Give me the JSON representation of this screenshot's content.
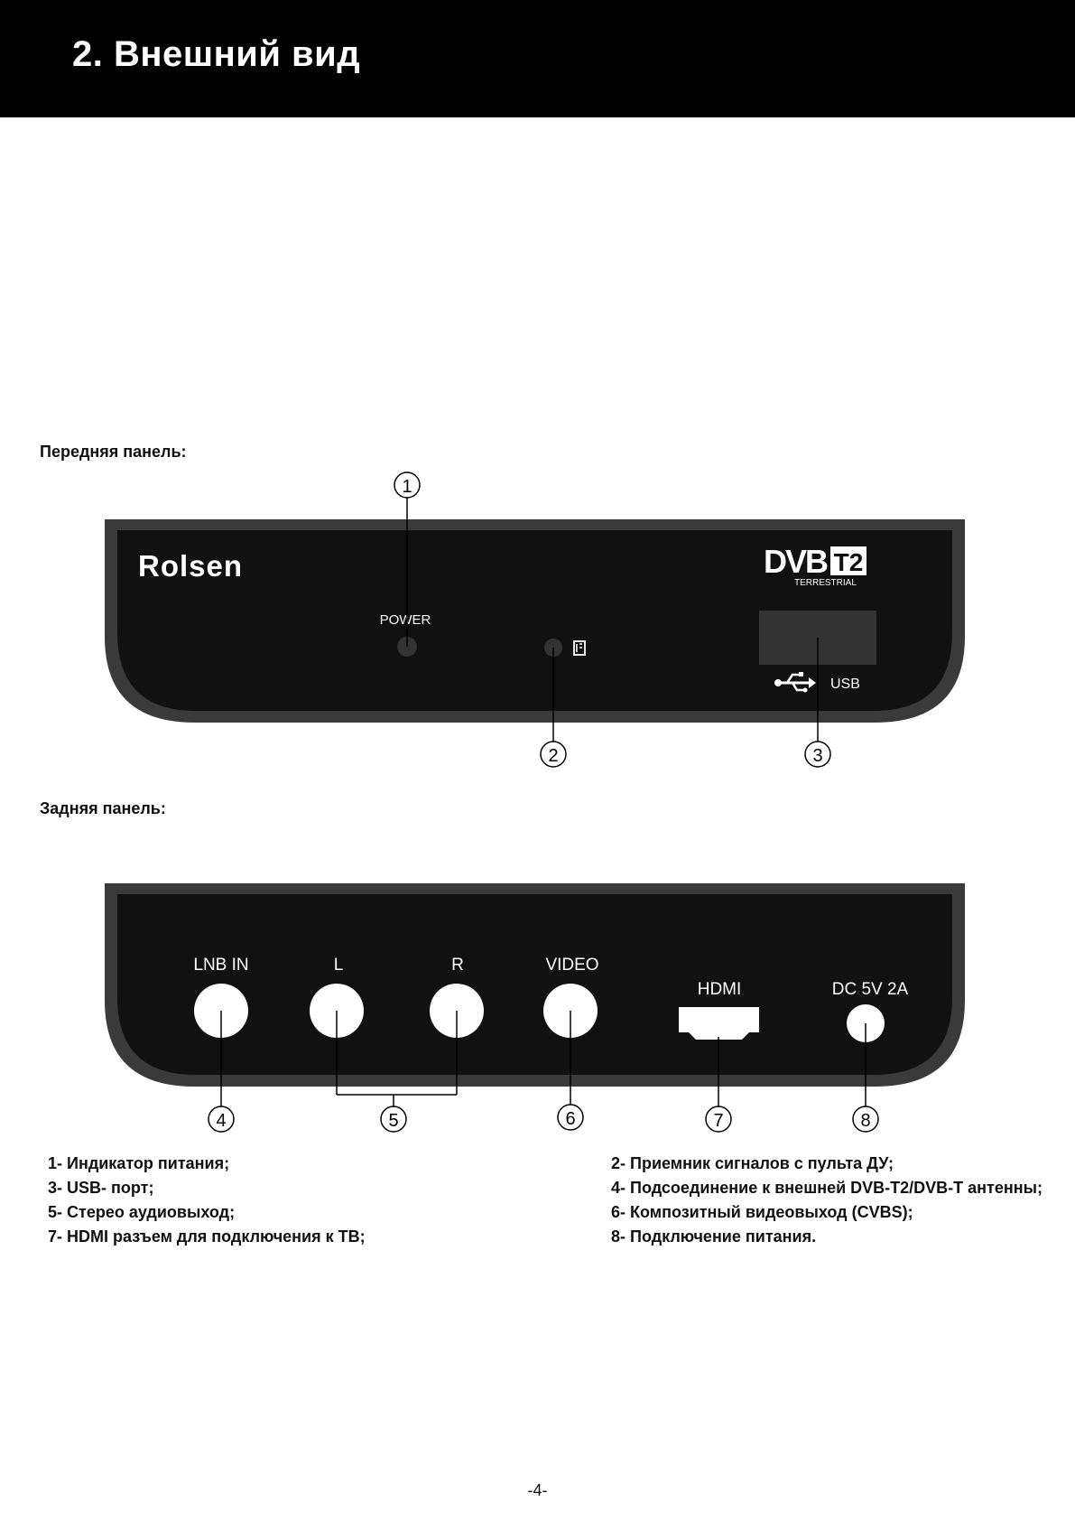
{
  "header": {
    "title": "2. Внешний вид",
    "background": "#000000"
  },
  "front_panel": {
    "label": "Передняя панель:",
    "brand": "Rolsen",
    "logo": {
      "dvb": "DVB",
      "t2": "T2",
      "terrestrial": "TERRESTRIAL"
    },
    "power_label": "POWER",
    "usb_label": "USB",
    "ir_icon": "ir-receiver-icon",
    "usb_icon": "usb-icon",
    "callouts": [
      "1",
      "2",
      "3"
    ]
  },
  "back_panel": {
    "label": "Задняя панель:",
    "connectors": [
      "LNB IN",
      "L",
      "R",
      "VIDEO",
      "HDMI",
      "DC 5V 2A"
    ],
    "callouts": [
      "4",
      "5",
      "6",
      "7",
      "8"
    ]
  },
  "legend": {
    "left": [
      "1- Индикатор питания;",
      "3- USB- порт;",
      "5- Стерео аудиовыход;",
      "7- HDMI разъем для подключения к ТВ;"
    ],
    "right": [
      "2- Приемник сигналов с пульта ДУ;",
      "4- Подсоединение к внешней DVB-T2/DVB-T антенны;",
      "6- Композитный видеовыход (CVBS);",
      "8- Подключение питания."
    ]
  },
  "page_number": "-4-",
  "colors": {
    "panel_dark": "#111111",
    "panel_bezel": "#3a3a3a",
    "port_white": "#ffffff"
  }
}
